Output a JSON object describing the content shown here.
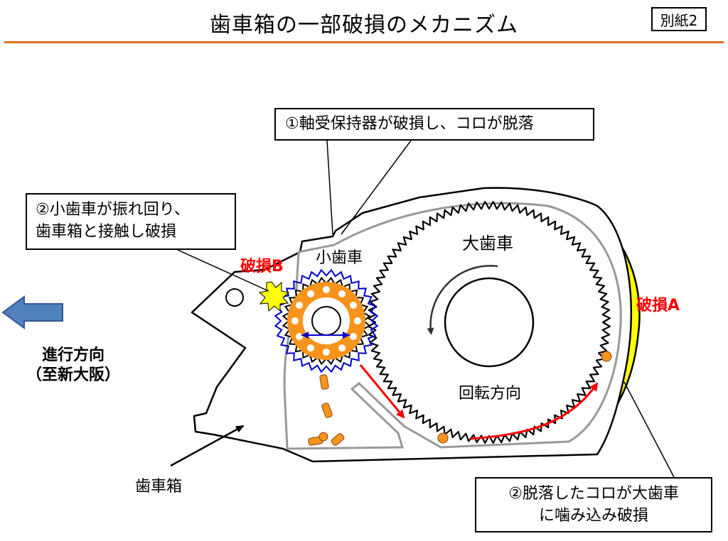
{
  "title": "歯車箱の一部破損のメカニズム",
  "attachment": "別紙2",
  "callouts": {
    "bearing": "①軸受保持器が破損し、コロが脱落",
    "pinion": [
      "②小歯車が振れ回り、",
      "歯車箱と接触し破損"
    ],
    "roller": [
      "②脱落したコロが大歯車",
      "に噛み込み破損"
    ]
  },
  "labels": {
    "damage_b": "破損B",
    "damage_a": "破損A",
    "small_gear": "小歯車",
    "large_gear": "大歯車",
    "rotation": "回転方向",
    "gearbox": "歯車箱"
  },
  "direction": {
    "line1": "進行方向",
    "line2": "（至新大阪）"
  },
  "colors": {
    "accent_rule": "#E07020",
    "damage_text": "#FF0000",
    "arrow_blue": "#4F81BD",
    "pinion_ring": "#F7941D",
    "pinion_outline": "#0000CC",
    "roller": "#F7941D",
    "yellow_band": "#FFFF00",
    "red_arrow": "#FF0000"
  },
  "icons": {
    "travel_arrow": "left-arrow-icon",
    "rotation_arrow": "counterclockwise-arrow-icon",
    "impact_mark": "starburst-icon"
  }
}
